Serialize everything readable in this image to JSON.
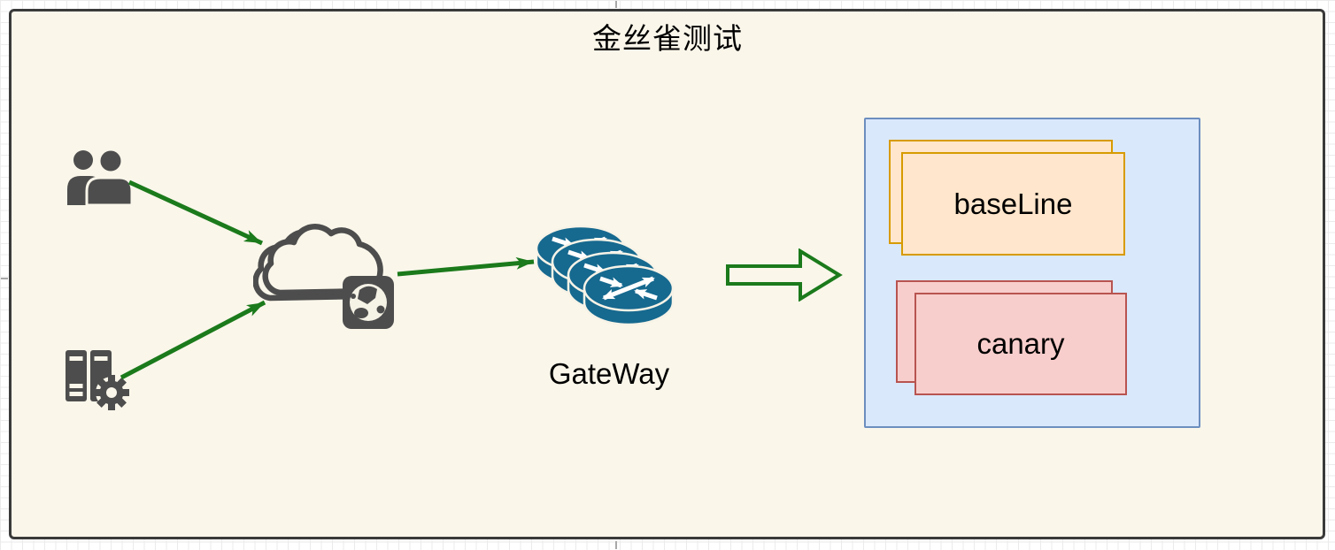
{
  "diagram": {
    "title": "金丝雀测试",
    "nodes": {
      "users": {
        "icon": "users-icon"
      },
      "build_servers": {
        "icon": "server-gear-icon"
      },
      "internet": {
        "icon": "cloud-globe-icon"
      },
      "gateway": {
        "label": "GateWay",
        "icon": "router-stack-icon"
      },
      "cluster": {
        "baseline": {
          "label": "baseLine"
        },
        "canary": {
          "label": "canary"
        }
      }
    },
    "edges": [
      {
        "from": "users",
        "to": "internet",
        "style": "green-arrow"
      },
      {
        "from": "build_servers",
        "to": "internet",
        "style": "green-arrow"
      },
      {
        "from": "internet",
        "to": "gateway",
        "style": "green-arrow"
      },
      {
        "from": "gateway",
        "to": "cluster",
        "style": "hollow-block-arrow"
      }
    ],
    "colors": {
      "arrow_green": "#1b7a1b",
      "icon_gray": "#4d4d4d",
      "router_blue": "#16698f",
      "cluster_fill": "#dae8fc",
      "cluster_border": "#6c8ebf",
      "baseline_fill": "#ffe6cc",
      "baseline_border": "#d79b00",
      "canary_fill": "#f8cecc",
      "canary_border": "#b85450",
      "page_bg": "#faf6ea",
      "frame_border": "#3a3a3a"
    }
  }
}
